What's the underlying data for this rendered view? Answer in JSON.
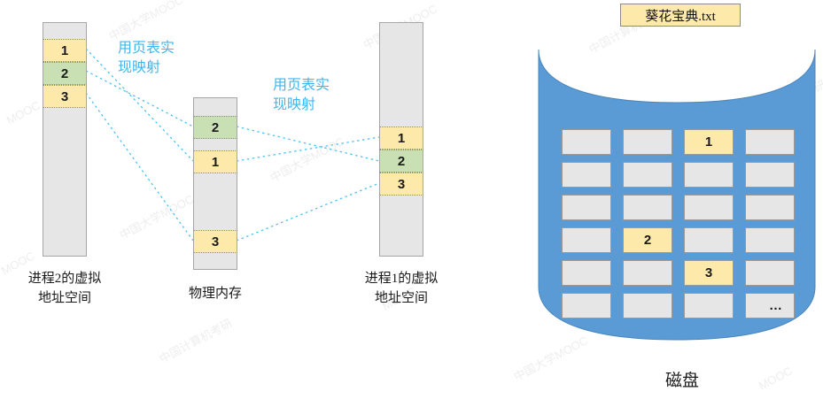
{
  "colors": {
    "page_yellow": "#fde9a9",
    "page_green": "#c9dfb4",
    "column_gray": "#e6e6e6",
    "disk_blue": "#5b9bd5",
    "annotation_blue": "#3fb6ef",
    "border_gray": "#a6a6a6"
  },
  "virtual_space_2": {
    "caption": "进程2的虚拟\n地址空间",
    "pages": [
      {
        "label": "1",
        "color": "yellow"
      },
      {
        "label": "2",
        "color": "green"
      },
      {
        "label": "3",
        "color": "yellow"
      }
    ]
  },
  "physical_memory": {
    "caption": "物理内存",
    "pages": [
      {
        "label": "2",
        "color": "green"
      },
      {
        "label": "1",
        "color": "yellow"
      },
      {
        "label": "3",
        "color": "yellow"
      }
    ]
  },
  "virtual_space_1": {
    "caption": "进程1的虚拟\n地址空间",
    "pages": [
      {
        "label": "1",
        "color": "yellow"
      },
      {
        "label": "2",
        "color": "green"
      },
      {
        "label": "3",
        "color": "yellow"
      }
    ]
  },
  "annotations": [
    {
      "text": "用页表实\n现映射"
    },
    {
      "text": "用页表实\n现映射"
    }
  ],
  "disk": {
    "file_label": "葵花宝典.txt",
    "caption": "磁盘",
    "rows": 6,
    "cols": 4,
    "blocks": [
      [
        "",
        "",
        "1",
        ""
      ],
      [
        "",
        "",
        "",
        ""
      ],
      [
        "",
        "",
        "",
        ""
      ],
      [
        "",
        "2",
        "",
        ""
      ],
      [
        "",
        "",
        "3",
        ""
      ],
      [
        "",
        "",
        "",
        "…"
      ]
    ]
  },
  "watermarks": [
    "中国大学MOOC",
    "中国计算机考研",
    "中国大学MOOC",
    "MOOC",
    "中国大学MOOC",
    "中国计算机考研",
    "MOOC",
    "中国大学MOOC",
    "MOOC",
    "中国大学MOOC",
    "中国计算机考研",
    "MOOC"
  ]
}
